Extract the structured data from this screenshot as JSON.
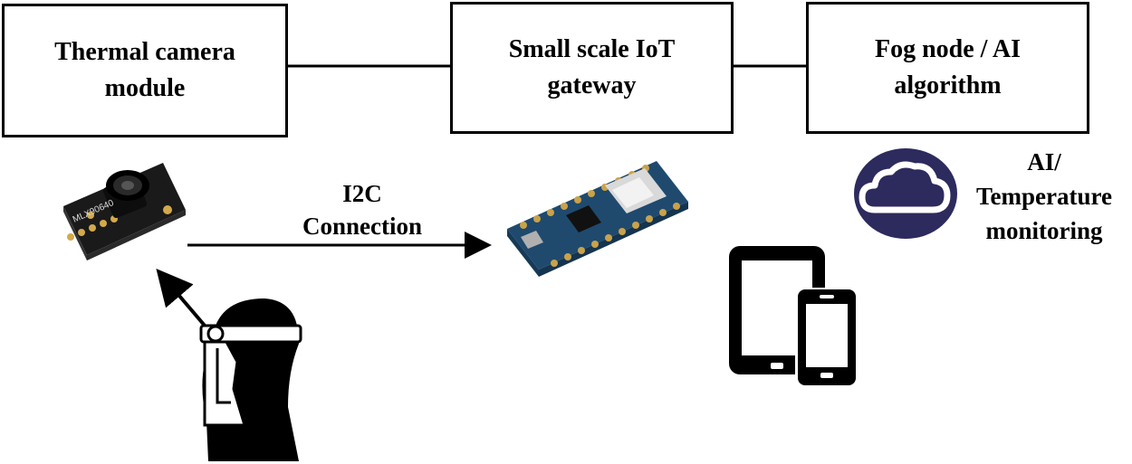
{
  "boxes": {
    "thermal": {
      "line1": "Thermal camera",
      "line2": "module"
    },
    "gateway": {
      "line1": "Small scale IoT",
      "line2": "gateway"
    },
    "fog": {
      "line1": "Fog node / AI",
      "line2": "algorithm"
    }
  },
  "connection": {
    "line1": "I2C",
    "line2": "Connection"
  },
  "monitoring": {
    "line1": "AI/",
    "line2": "Temperature",
    "line3": "monitoring"
  },
  "sensor_chip_text": "MLX90640",
  "colors": {
    "cloud_fill": "#2d2a5e",
    "board_fill": "#1f4a6e",
    "pin_color": "#c9a24a",
    "sensor_fill": "#111111"
  },
  "icons": [
    "thermal-camera-module-icon",
    "arduino-board-icon",
    "cloud-icon",
    "tablet-icon",
    "phone-icon",
    "face-shield-person-icon"
  ]
}
